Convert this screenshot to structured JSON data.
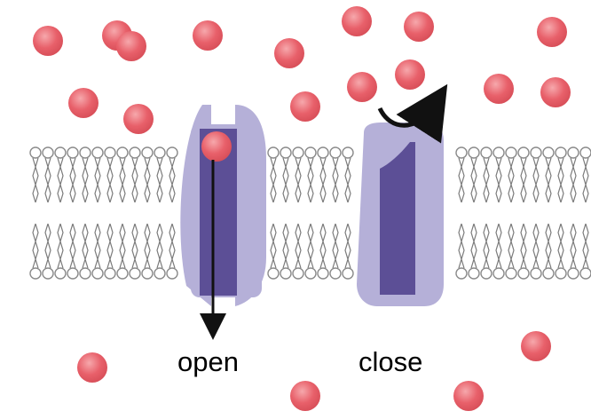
{
  "labels": {
    "open": "open",
    "close": "close"
  },
  "colors": {
    "ion": "#e8606a",
    "ion_highlight": "#f39a9f",
    "channel_outer": "#b5b0d8",
    "channel_inner": "#5c4f96",
    "lipid_head_stroke": "#8a8a8a",
    "lipid_tail": "#7a7a7a",
    "arrow": "#111111"
  },
  "states": [
    "open",
    "close"
  ]
}
